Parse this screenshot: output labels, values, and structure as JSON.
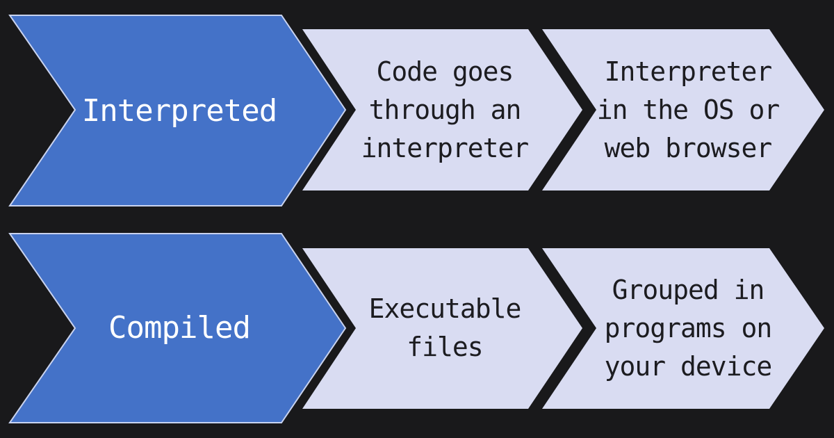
{
  "colors": {
    "background": "#19191b",
    "primary_fill": "#4472c8",
    "primary_stroke": "#c9d3ef",
    "secondary_fill": "#d9dcf2",
    "primary_text": "#ffffff",
    "secondary_text": "#1c1c20"
  },
  "rows": [
    {
      "category": "Interpreted",
      "steps": [
        "Code goes\nthrough an\ninterpreter",
        "Interpreter\nin the OS or\nweb browser"
      ]
    },
    {
      "category": "Compiled",
      "steps": [
        "Executable\nfiles",
        "Grouped in\nprograms on\nyour device"
      ]
    }
  ]
}
